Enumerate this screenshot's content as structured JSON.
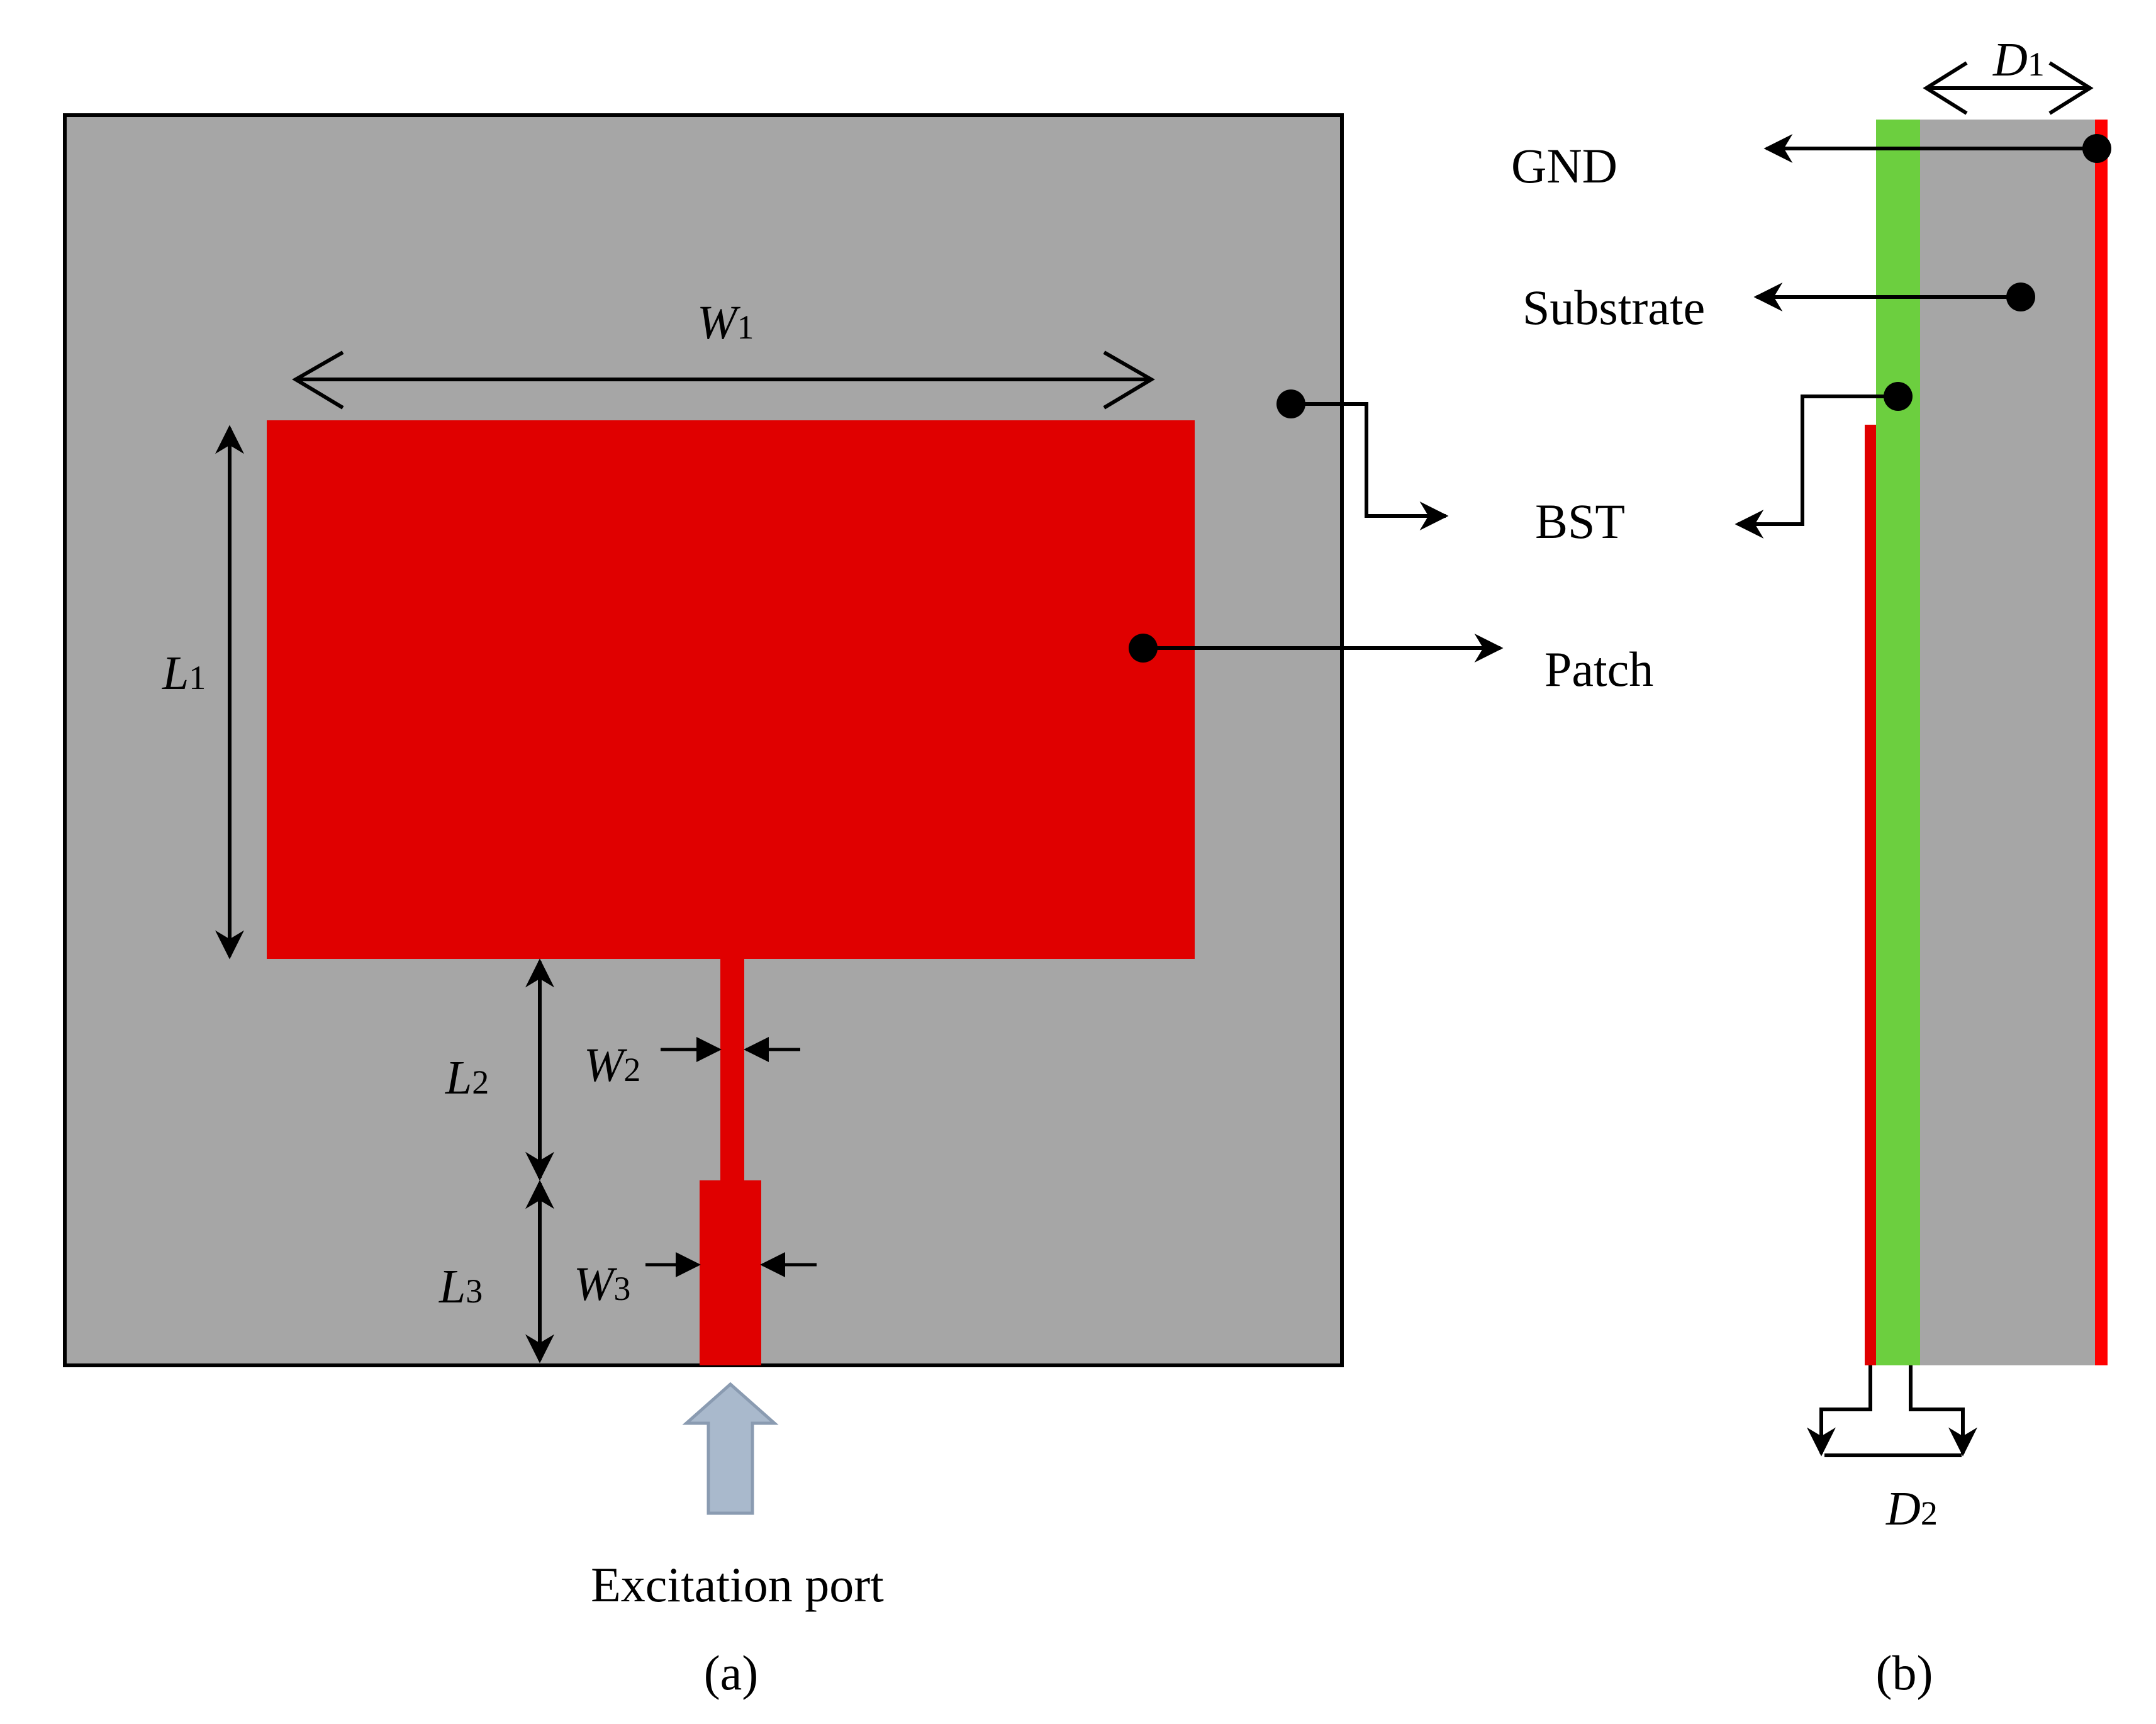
{
  "colors": {
    "background": "#ffffff",
    "substrate": "#a6a6a6",
    "patch": "#e00000",
    "bst": "#6ccf3f",
    "gnd": "#ff0000",
    "port_arrow": "#a9b9cc",
    "port_arrow_stroke": "#8a9bb1",
    "line": "#000000"
  },
  "labels": {
    "gnd": "GND",
    "substrate": "Substrate",
    "bst": "BST",
    "patch": "Patch",
    "excitation_port": "Excitation port",
    "caption_a": "(a)",
    "caption_b": "(b)"
  },
  "dimensions": {
    "w1": {
      "symbol": "W",
      "sub": "1"
    },
    "l1": {
      "symbol": "L",
      "sub": "1"
    },
    "l2": {
      "symbol": "L",
      "sub": "2"
    },
    "w2": {
      "symbol": "W",
      "sub": "2"
    },
    "l3": {
      "symbol": "L",
      "sub": "3"
    },
    "w3": {
      "symbol": "W",
      "sub": "3"
    },
    "d1": {
      "symbol": "D",
      "sub": "1"
    },
    "d2": {
      "symbol": "D",
      "sub": "2"
    }
  }
}
